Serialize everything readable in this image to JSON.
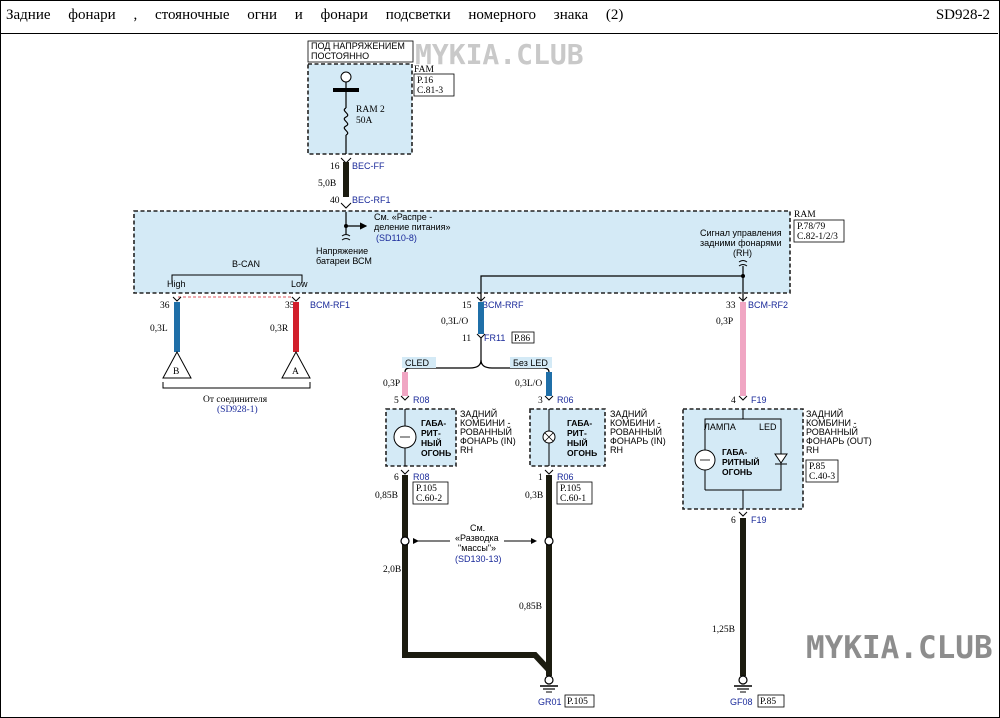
{
  "header": {
    "title": "Задние фонари , стояночные огни и фонари подсветки номерного знака (2)",
    "code": "SD928-2"
  },
  "watermark": {
    "top": "MYKIA.CLUB",
    "bottom": "MYKIA.CLUB"
  },
  "fam": {
    "hot_label_1": "ПОД НАПРЯЖЕНИЕМ",
    "hot_label_2": "ПОСТОЯННО",
    "name": "FAM",
    "ref_1": "P.16",
    "ref_2": "C.81-3",
    "fuse_1": "RAM 2",
    "fuse_2": "50A"
  },
  "bec": {
    "pin_top": "16",
    "conn_top": "BEC-FF",
    "wire": "5,0B",
    "pin_bot": "40",
    "conn_bot": "BEC-RF1"
  },
  "ram": {
    "name": "RAM",
    "ref_1": "P.78/79",
    "ref_2": "C.82-1/2/3",
    "see_1": "См. «Распре -",
    "see_2": "деление питания»",
    "see_ref": "(SD110-8)",
    "vbat_1": "Напряжение",
    "vbat_2": "батареи ВСМ",
    "signal_1": "Сигнал управления",
    "signal_2": "задними фонарями",
    "signal_3": "(RH)",
    "bcan": "B-CAN",
    "high": "High",
    "low": "Low"
  },
  "can": {
    "pin_high": "36",
    "pin_low": "35",
    "conn": "BCM-RF1",
    "wire_high": "0,3L",
    "wire_low": "0,3R",
    "tri_b": "B",
    "tri_a": "A",
    "from_1": "От соединителя",
    "from_ref": "(SD928-1)"
  },
  "rrf": {
    "pin": "15",
    "conn": "BCM-RRF",
    "wire": "0,3L/O",
    "fr_pin": "11",
    "fr_conn": "FR11",
    "fr_ref": "P.86"
  },
  "rf2": {
    "pin": "33",
    "conn": "BCM-RF2",
    "wire": "0,3P"
  },
  "cled": {
    "opt": "CLED",
    "wire_top": "0,3P",
    "pin_top": "5",
    "conn_top": "R08",
    "lamp_1": "ГАБА-",
    "lamp_2": "РИТ-",
    "lamp_3": "НЫЙ",
    "lamp_4": "ОГОНЬ",
    "desc_1": "ЗАДНИЙ",
    "desc_2": "КОМБИНИ -",
    "desc_3": "РОВАННЫЙ",
    "desc_4": "ФОНАРЬ (IN)",
    "desc_5": "RH",
    "pin_bot": "6",
    "conn_bot": "R08",
    "ref_1": "P.105",
    "ref_2": "C.60-2",
    "wire_bot": "0,85B",
    "wire_long": "2,0B"
  },
  "noled": {
    "opt": "Без LED",
    "wire_top": "0,3L/O",
    "pin_top": "3",
    "conn_top": "R06",
    "lamp_1": "ГАБА-",
    "lamp_2": "РИТ-",
    "lamp_3": "НЫЙ",
    "lamp_4": "ОГОНЬ",
    "desc_1": "ЗАДНИЙ",
    "desc_2": "КОМБИНИ -",
    "desc_3": "РОВАННЫЙ",
    "desc_4": "ФОНАРЬ (IN)",
    "desc_5": "RH",
    "pin_bot": "1",
    "conn_bot": "R06",
    "ref_1": "P.105",
    "ref_2": "C.60-1",
    "wire_bot": "0,3B",
    "wire_long": "0,85B"
  },
  "ground_see": {
    "s1": "См.",
    "s2": "«Разводка",
    "s3": "\"массы\"»",
    "ref": "(SD130-13)"
  },
  "out": {
    "pin_top": "4",
    "conn_top": "F19",
    "lamp_label": "ЛАМПА",
    "led_label": "LED",
    "lamp_1": "ГАБА-",
    "lamp_2": "РИТНЫЙ",
    "lamp_3": "ОГОНЬ",
    "desc_1": "ЗАДНИЙ",
    "desc_2": "КОМБИНИ -",
    "desc_3": "РОВАННЫЙ",
    "desc_4": "ФОНАРЬ (OUT)",
    "desc_5": "RH",
    "ref_1": "P.85",
    "ref_2": "C.40-3",
    "pin_bot": "6",
    "conn_bot": "F19",
    "wire": "1,25B"
  },
  "grounds": {
    "gr01": "GR01",
    "gr01_ref": "P.105",
    "gf08": "GF08",
    "gf08_ref": "P.85"
  },
  "colors": {
    "box_fill": "#d4eaf6",
    "wire_blue": "#1f6fa8",
    "wire_red": "#d21f2b",
    "wire_pink": "#f0a6c3",
    "wire_black": "#1c1c10",
    "label_blue": "#1a2a9a"
  }
}
